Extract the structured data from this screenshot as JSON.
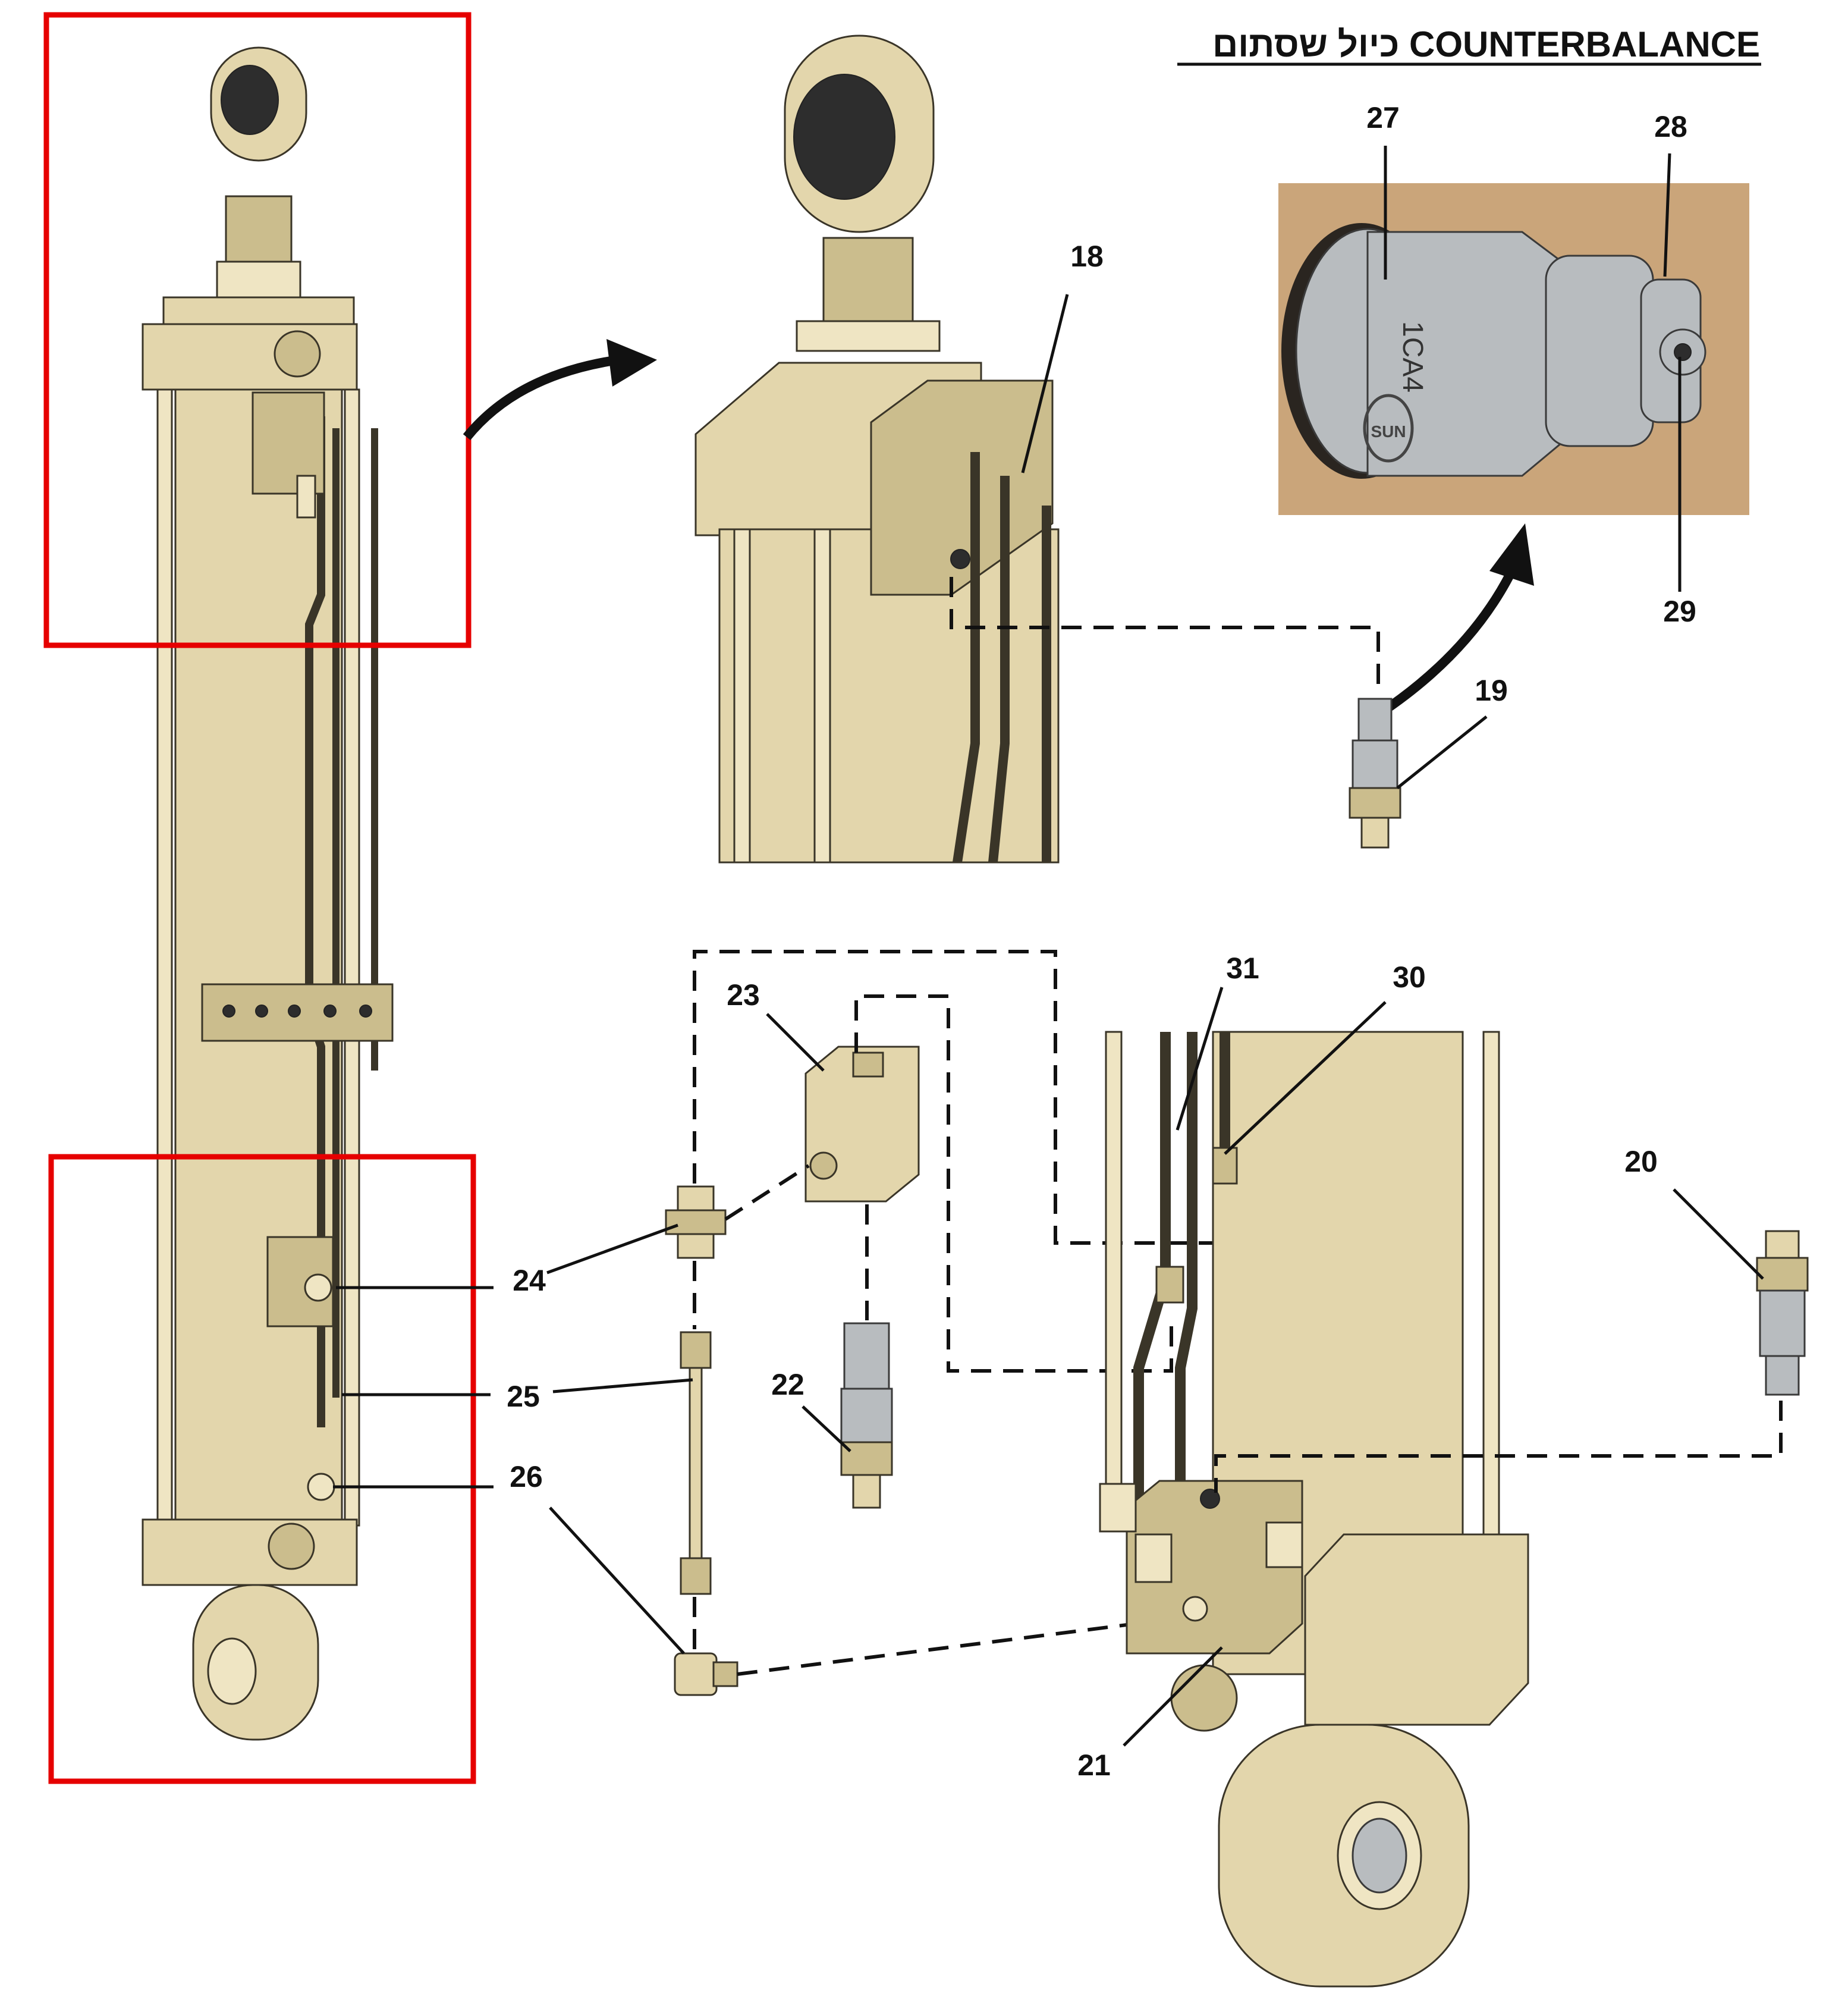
{
  "title": {
    "text": "כיול שסתום COUNTERBALANCE"
  },
  "callouts": [
    {
      "label": "18"
    },
    {
      "label": "19"
    },
    {
      "label": "20"
    },
    {
      "label": "21"
    },
    {
      "label": "22"
    },
    {
      "label": "23"
    },
    {
      "label": "24"
    },
    {
      "label": "25"
    },
    {
      "label": "26"
    },
    {
      "label": "27"
    },
    {
      "label": "28"
    },
    {
      "label": "29"
    },
    {
      "label": "30"
    },
    {
      "label": "31"
    }
  ],
  "valve_photo": {
    "marking": "1CA4",
    "brand": "SUN"
  },
  "colors": {
    "part_body": "#e3d6ac",
    "highlight_frame": "#e60000",
    "photo_background": "#caa57a",
    "steel": "#b8bcbf"
  }
}
